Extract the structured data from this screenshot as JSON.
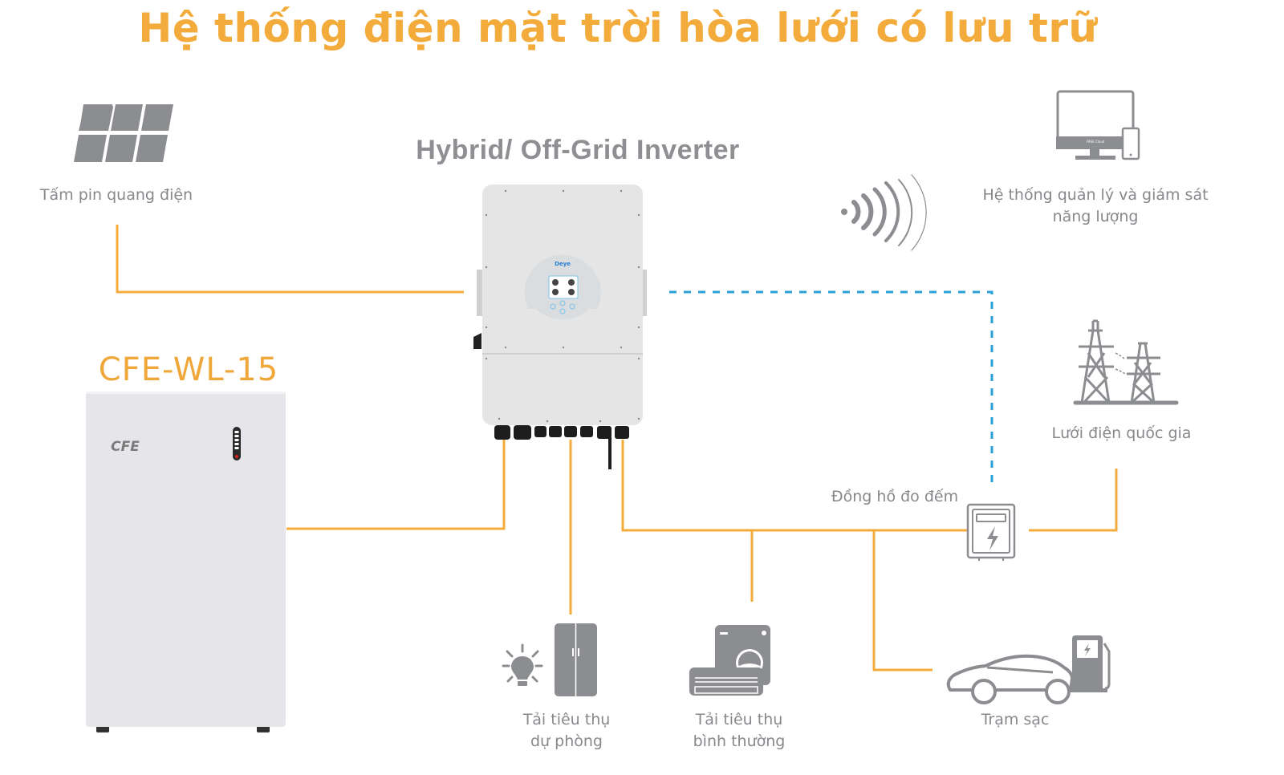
{
  "title": "Hệ thống điện mặt trời hòa lưới có lưu trữ",
  "inverter": {
    "title": "Hybrid/ Off-Grid Inverter",
    "brand": "Deye"
  },
  "components": {
    "solar_panel": {
      "label": "Tấm pin quang điện",
      "icon": "solar-panel-icon"
    },
    "monitoring": {
      "label_line1": "Hệ thống quản lý và giám sát",
      "label_line2": "năng lượng",
      "icon": "monitor-phone-icon",
      "screen_text": "FREE Cloud"
    },
    "wireless": {
      "icon": "wifi-signal-icon"
    },
    "grid": {
      "label": "Lưới điện quốc gia",
      "icon": "transmission-tower-icon"
    },
    "meter": {
      "label": "Đồng hồ đo đếm",
      "icon": "electric-meter-icon"
    },
    "battery": {
      "model": "CFE-WL-15",
      "brand": "CFE",
      "icon": "battery-cabinet"
    },
    "backup_load": {
      "label_line1": "Tải tiêu thụ",
      "label_line2": "dự phòng",
      "icon": "lightbulb-fridge-icon"
    },
    "normal_load": {
      "label_line1": "Tải tiêu thụ",
      "label_line2": "bình thường",
      "icon": "washer-aircon-icon"
    },
    "charging_station": {
      "label": "Trạm sạc",
      "icon": "ev-charger-car-icon"
    }
  },
  "colors": {
    "title": "#f3ac3b",
    "power_line": "#f3ac3b",
    "data_line": "#2a9fd8",
    "icon_gray": "#8b8d91",
    "text_gray": "#86888c"
  }
}
